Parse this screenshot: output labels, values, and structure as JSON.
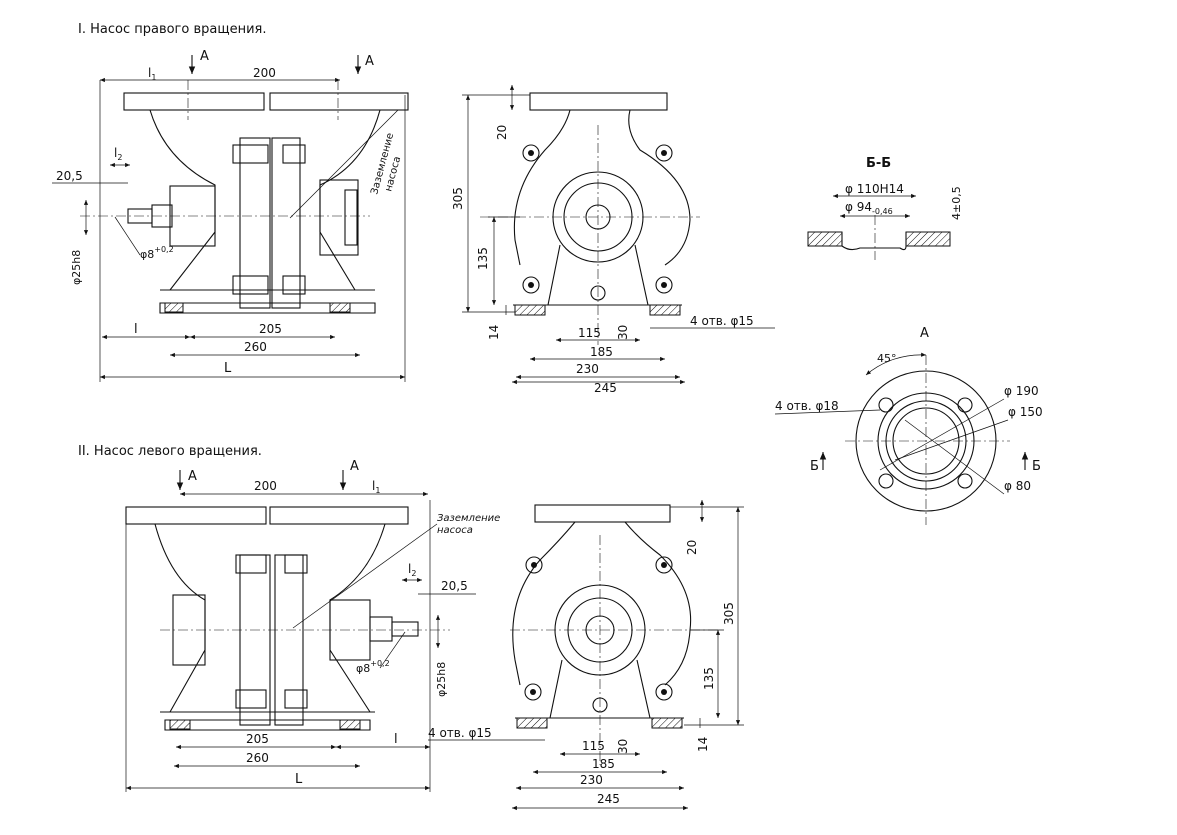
{
  "titles": {
    "right_rotation": "I. Насос правого вращения.",
    "left_rotation": "II. Насос левого вращения."
  },
  "labels": {
    "view_a": "А",
    "section_b": "Б-Б",
    "b": "Б",
    "grounding_line1": "Заземление",
    "grounding_line2": "насоса",
    "l": "l",
    "l1": "l",
    "l1_sub": "1",
    "l2": "l",
    "l2_sub": "2",
    "L": "L"
  },
  "dims": {
    "d200": "200",
    "d20_5": "20,5",
    "d25h8": "φ25h8",
    "d8": "φ8",
    "d8_tol": "+0,2",
    "d205": "205",
    "d260": "260",
    "d20": "20",
    "d305": "305",
    "d135": "135",
    "d14": "14",
    "d115": "115",
    "d30": "30",
    "d185": "185",
    "d230": "230",
    "d245": "245",
    "holes15": "4 отв. φ15",
    "d110": "φ 110Н14",
    "d94": "φ 94",
    "d94_tol": "-0,46",
    "d4": "4±0,5",
    "angle45": "45°",
    "holes18": "4 отв. φ18",
    "d190": "φ 190",
    "d150": "φ 150",
    "d80": "φ 80"
  }
}
